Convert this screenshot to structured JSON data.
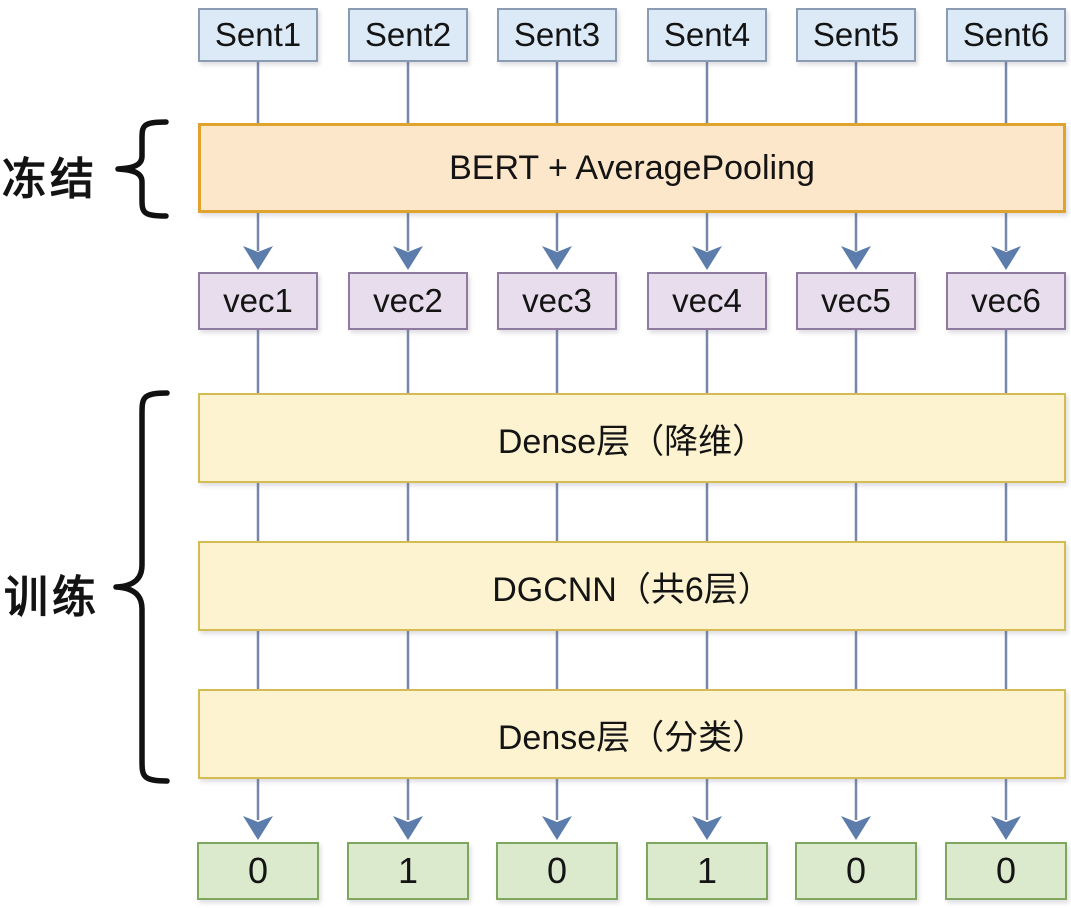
{
  "diagram": {
    "frozen_label": "冻结",
    "train_label": "训练",
    "inputs": [
      "Sent1",
      "Sent2",
      "Sent3",
      "Sent4",
      "Sent5",
      "Sent6"
    ],
    "frozen_block_label": "BERT + AveragePooling",
    "vectors": [
      "vec1",
      "vec2",
      "vec3",
      "vec4",
      "vec5",
      "vec6"
    ],
    "train_blocks": [
      "Dense层（降维）",
      "DGCNN（共6层）",
      "Dense层（分类）"
    ],
    "outputs": [
      "0",
      "1",
      "0",
      "1",
      "0",
      "0"
    ],
    "colors": {
      "input_fill": "#dce9f7",
      "input_stroke": "#8b9bb2",
      "frozen_fill": "#fde7cb",
      "frozen_stroke": "#e0a32e",
      "vector_fill": "#e7ddec",
      "vector_stroke": "#8f7aa0",
      "train_fill": "#fdf3d0",
      "train_stroke": "#d5bc52",
      "output_fill": "#dbeacd",
      "output_stroke": "#7fa65e",
      "connector_line": "#7787a9",
      "arrowhead": "#5c7dab",
      "brace": "#111111"
    }
  }
}
